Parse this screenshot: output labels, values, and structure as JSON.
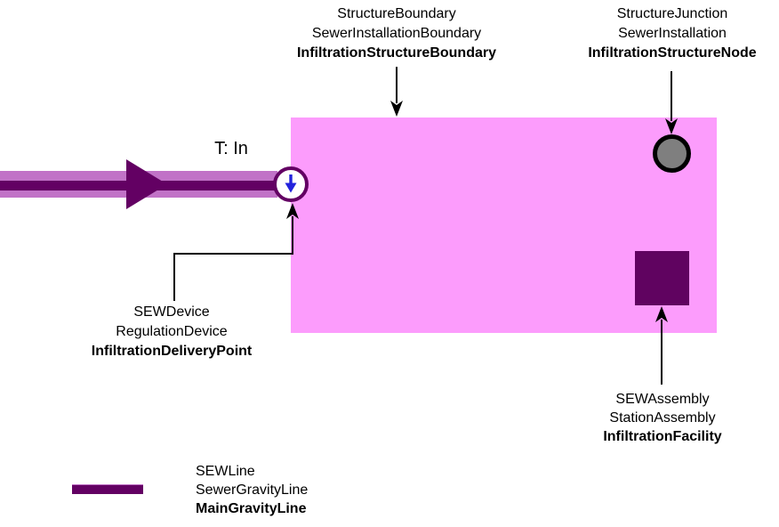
{
  "colors": {
    "boundary_fill": "#FC9CFC",
    "line_outer": "#C172C7",
    "line_core": "#630063",
    "facility_fill": "#600360",
    "node_fill": "#7F7F7F",
    "node_border": "#000000",
    "delivery_border": "#630063",
    "delivery_arrow": "#2222DC",
    "annotation": "#000000"
  },
  "labels": {
    "structure_boundary": {
      "line1": "StructureBoundary",
      "line2": "SewerInstallationBoundary",
      "line3": "InfiltrationStructureBoundary"
    },
    "structure_node": {
      "line1": "StructureJunction",
      "line2": "SewerInstallation",
      "line3": "InfiltrationStructureNode"
    },
    "delivery_point": {
      "line1": "SEWDevice",
      "line2": "RegulationDevice",
      "line3": "InfiltrationDeliveryPoint"
    },
    "facility": {
      "line1": "SEWAssembly",
      "line2": "StationAssembly",
      "line3": "InfiltrationFacility"
    },
    "flow_label": "T: In"
  },
  "legend": {
    "line1": "SEWLine",
    "line2": "SewerGravityLine",
    "line3": "MainGravityLine"
  }
}
